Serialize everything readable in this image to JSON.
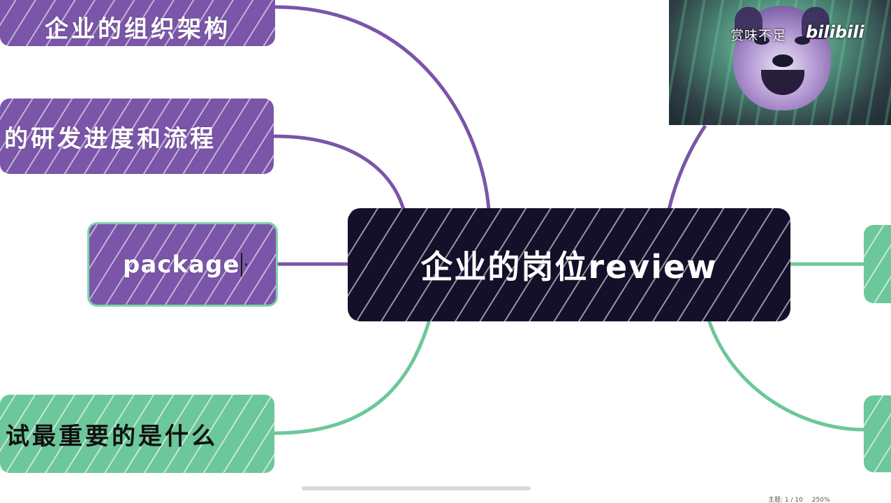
{
  "mindmap": {
    "center": {
      "label": "企业的岗位review"
    },
    "branches": [
      {
        "id": "org",
        "label": "企业的组织架构",
        "color": "purple"
      },
      {
        "id": "rd",
        "label": "的研发进度和流程",
        "color": "purple"
      },
      {
        "id": "package",
        "label": "package",
        "color": "purple",
        "editing": true
      },
      {
        "id": "interview",
        "label": "试最重要的是什么",
        "color": "green"
      },
      {
        "id": "right-1",
        "label": "",
        "color": "green"
      },
      {
        "id": "right-2",
        "label": "",
        "color": "green"
      }
    ]
  },
  "webcam": {
    "watermark": "赏味不足",
    "logo": "bilibili"
  },
  "status_bar": {
    "topic_count": "主题: 1 / 10",
    "zoom": "250%"
  },
  "colors": {
    "purple": "#7a55a8",
    "green": "#6cc79a",
    "dark": "#15102a",
    "purple_line": "#7a55a8",
    "green_line": "#6cc79a"
  }
}
